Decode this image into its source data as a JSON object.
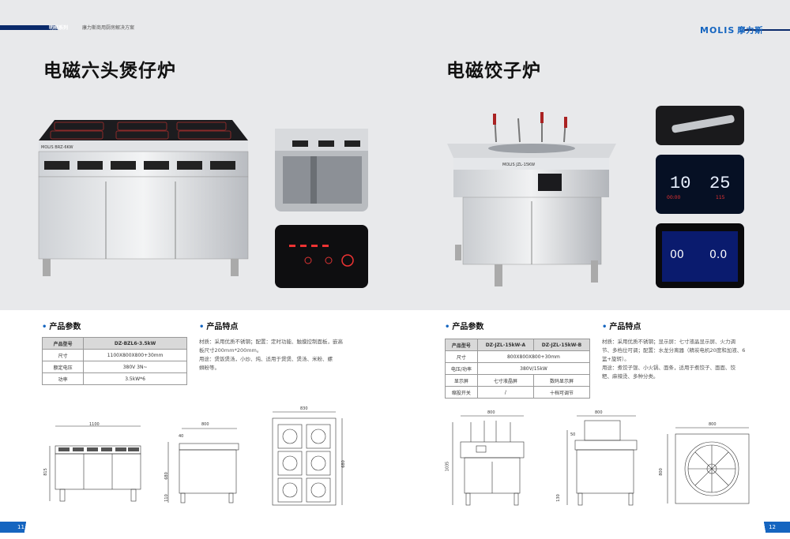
{
  "header": {
    "series": "明档系列",
    "subtitle": "康力斯商用厨房解决方案",
    "logo_text": "MOLIS",
    "logo_cn": "摩力斯"
  },
  "left": {
    "title": "电磁六头煲仔炉",
    "nameplate": "MOLIS BRZ-6KW",
    "params_heading": "产品参数",
    "features_heading": "产品特点",
    "table": {
      "header": [
        "产品型号",
        "DZ-BZL6-3.5kW"
      ],
      "rows": [
        [
          "尺寸",
          "1100X800X800+30mm"
        ],
        [
          "额定电压",
          "380V 3N~"
        ],
        [
          "功率",
          "3.5kW*6"
        ]
      ]
    },
    "features": [
      "材质：采用优质不锈钢；配置：定时功能、触摸控制面板，嵌高",
      "板尺寸200mm*200mm。",
      "用途：煲饭煲汤，小炒、炖、适用于煲煲、煲汤、米粉、螺",
      "蛳粉等。"
    ],
    "dims": {
      "width": "1100",
      "depth": "800",
      "height": "815",
      "leg": "110",
      "body": "680",
      "w2": "40",
      "top_w": "830",
      "top_d": "680"
    }
  },
  "right": {
    "title": "电磁饺子炉",
    "nameplate": "MOLIS JZL-15KW",
    "params_heading": "产品参数",
    "features_heading": "产品特点",
    "display1": {
      "left": "10",
      "right": "25",
      "sub_left": "00:00",
      "sub_right": "115"
    },
    "display2": {
      "left": "00",
      "right": "0.0"
    },
    "table": {
      "header": [
        "产品型号",
        "DZ-JZL-15kW-A",
        "DZ-JZL-15kW-B"
      ],
      "rows": [
        [
          "尺寸",
          "800X800X800+30mm",
          ""
        ],
        [
          "电压/功率",
          "380V/15kW",
          ""
        ],
        [
          "显示屏",
          "七寸液晶屏",
          "数码显示屏"
        ],
        [
          "缩投开关",
          "/",
          "十档可调节"
        ]
      ]
    },
    "features": [
      "材质：采用优质不锈钢；显示屏：七寸液晶显示屏、火力调",
      "节、多档位可调；配置：水龙分离器（精炭电机20度和加液、6",
      "篮+旋转）。",
      "用途：煮饺子馄、小火锅、面条，适用于煮饺子、面面、饺",
      "粑、麻辣烫、多种分类。"
    ],
    "dims": {
      "width": "800",
      "depth": "800",
      "height": "1035",
      "leg": "130",
      "w2": "50",
      "top": "800"
    }
  },
  "page_numbers": {
    "left": "11",
    "right": "12"
  },
  "colors": {
    "accent": "#1565c0",
    "navy": "#0a2a6b",
    "photo_bg": "#e8e9eb"
  }
}
